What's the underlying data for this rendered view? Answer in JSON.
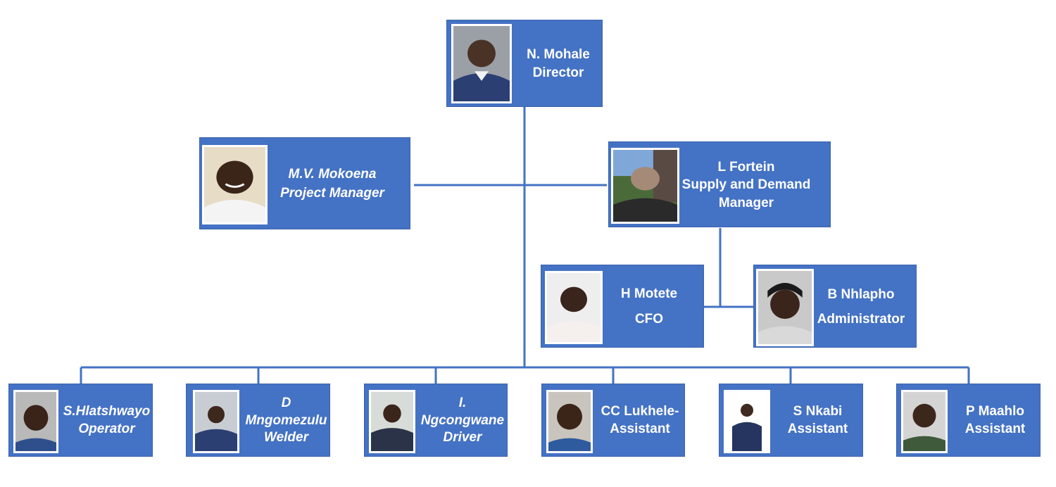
{
  "chart": {
    "director": {
      "name": "N. Mohale",
      "role": "Director"
    },
    "project_manager": {
      "name": "M.V. Mokoena",
      "role": "Project Manager"
    },
    "supply_manager": {
      "name": "L Fortein",
      "role_line1": "Supply and Demand",
      "role_line2": "Manager"
    },
    "cfo": {
      "name": "H Motete",
      "role": "CFO"
    },
    "administrator": {
      "name": "B Nhlapho",
      "role": "Administrator"
    },
    "staff": [
      {
        "line1": "S.Hlatshwayo",
        "line2": "Operator",
        "line3": ""
      },
      {
        "line1": "D",
        "line2": "Mngomezulu",
        "line3": "Welder"
      },
      {
        "line1": "I.",
        "line2": "Ngcongwane",
        "line3": "Driver"
      },
      {
        "line1": "CC Lukhele-",
        "line2": "Assistant",
        "line3": ""
      },
      {
        "line1": "S Nkabi",
        "line2": "Assistant",
        "line3": ""
      },
      {
        "line1": "P Maahlo",
        "line2": "Assistant",
        "line3": ""
      }
    ]
  },
  "colors": {
    "box_fill": "#4472c4",
    "connector": "#4472c4",
    "text": "#ffffff"
  }
}
